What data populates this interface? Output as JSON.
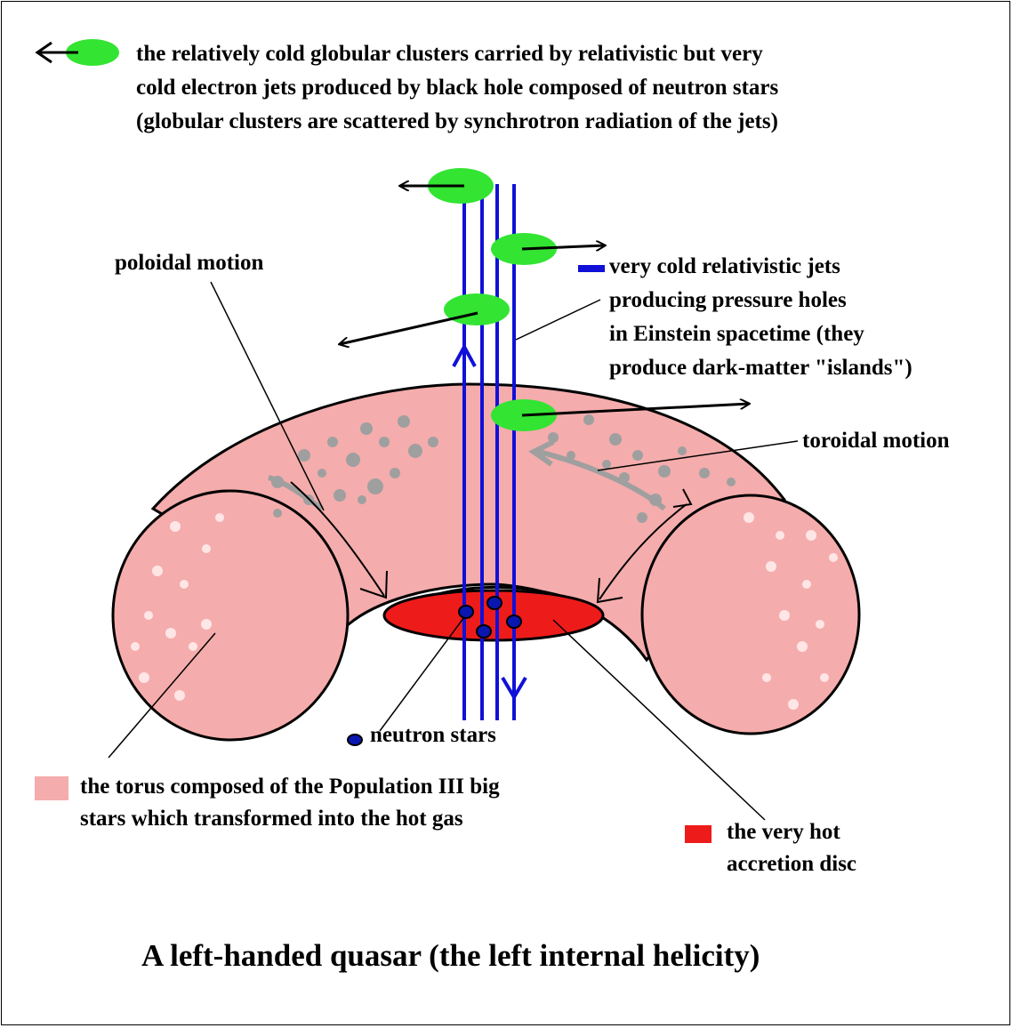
{
  "colors": {
    "globular_cluster": "#33e433",
    "torus": "#f5acac",
    "torus_spots": "#9f9f9f",
    "accretion_disc": "#ee1b1b",
    "jets": "#1010d8",
    "neutron_star": "#0a16b0",
    "outline": "#000000"
  },
  "legend": {
    "clusters_line1": "the relatively cold globular clusters carried by relativistic but very",
    "clusters_line2": "cold electron jets produced by black hole composed of neutron stars",
    "clusters_line3": "(globular clusters are scattered by synchrotron radiation of the jets)",
    "torus_line1": "the torus composed of the Population III big",
    "torus_line2": "stars which transformed into the hot gas",
    "disc_line1": "the very hot",
    "disc_line2": "accretion disc"
  },
  "labels": {
    "poloidal": "poloidal motion",
    "toroidal": "toroidal motion",
    "jets_line1": "very cold relativistic jets",
    "jets_line2": "producing pressure holes",
    "jets_line3": "in Einstein spacetime (they",
    "jets_line4": "produce dark-matter \"islands\")",
    "neutron_stars": "neutron stars"
  },
  "title": "A left-handed quasar (the left internal helicity)"
}
